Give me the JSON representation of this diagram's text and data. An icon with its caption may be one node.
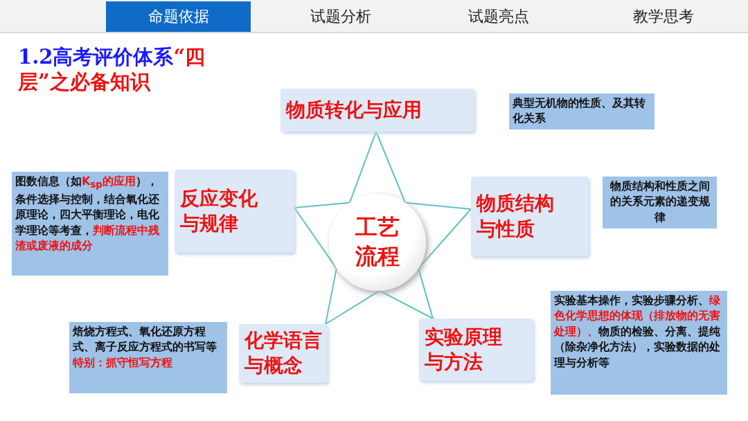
{
  "diagram": {
    "title": "1.2高考评价体系**“四层”之必备知识**",
    "nodes": [
      {
        "text": [
          "工艺流程"
        ]
      },
      {
        "text": [
          "物质转化与应用"
        ]
      },
      {
        "text": [
          "物质结构与性质"
        ]
      },
      {
        "text": [
          "实验原理与方法"
        ]
      },
      {
        "text": [
          "化学语言与概念"
        ]
      },
      {
        "text": [
          "反应变化与规律"
        ]
      },
      {
        "text": [
          "典型无机物的性质、及其转化关系"
        ]
      },
      {
        "text": [
          "物质结构和性质之间的关系元素的递变规律"
        ]
      },
      {
        "text": [
          "实验基本操作，实验步骤分析、**绿色化学思想的体现（排放物的无害处理）、**物质的检验、分离、提纯（除杂净化方法），实验数据的处理与分析等"
        ]
      },
      {
        "text": [
          "焙烧方程式、氧化还原方程式、离子反应方程式的书写等",
          "特别：抓守恒写方程"
        ]
      },
      {
        "text": [
          "图数信息（如**K**$_{sp}$**的应用**），条件选择与控制，结合氧化还原理论，四大平衡理论，电化学理论等考查，**判断流程中残渣或废液的成分**"
        ]
      }
    ],
    "edges": [
      {
        "from": 0,
        "to": 1,
        "arrow": "none"
      },
      {
        "from": 0,
        "to": 2,
        "arrow": "none"
      },
      {
        "from": 0,
        "to": 3,
        "arrow": "none"
      },
      {
        "from": 0,
        "to": 4,
        "arrow": "none"
      },
      {
        "from": 0,
        "to": 5,
        "arrow": "none"
      }
    ],
    "labels": [
      "命题依据",
      "试题分析",
      "试题亮点",
      "教学思考"
    ]
  }
}
